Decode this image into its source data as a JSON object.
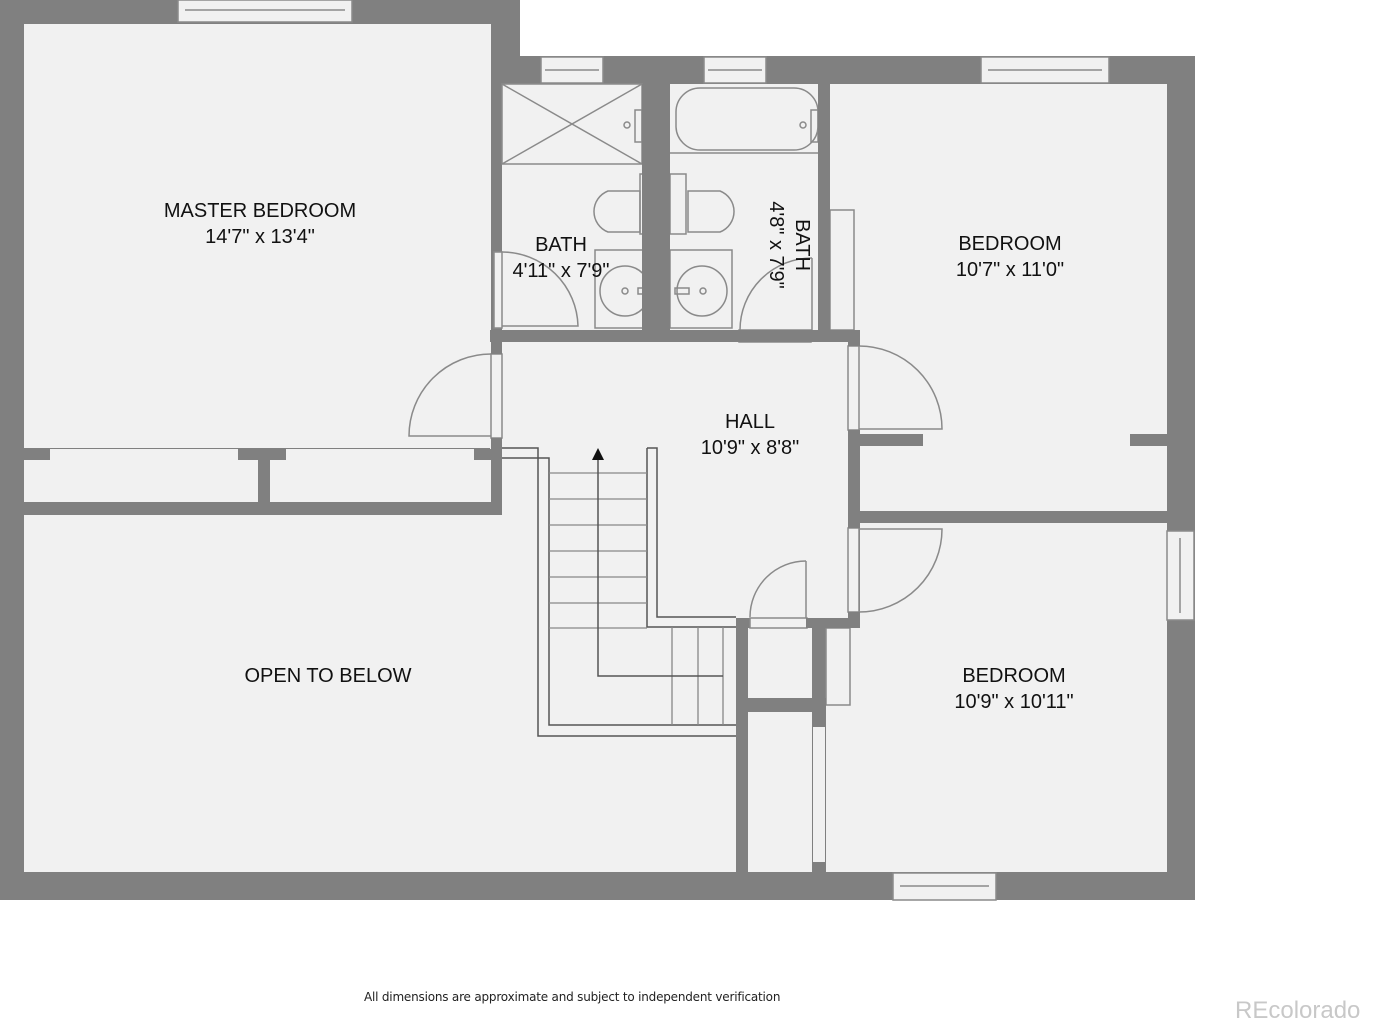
{
  "floorplan": {
    "rooms": [
      {
        "id": "master-bedroom",
        "name": "MASTER BEDROOM",
        "dims": "14'7\" x 13'4\""
      },
      {
        "id": "bath-1",
        "name": "BATH",
        "dims": "4'11\" x 7'9\""
      },
      {
        "id": "bath-2",
        "name": "BATH",
        "dims": "4'8\" x 7'9\""
      },
      {
        "id": "bedroom-2",
        "name": "BEDROOM",
        "dims": "10'7\" x 11'0\""
      },
      {
        "id": "hall",
        "name": "HALL",
        "dims": "10'9\" x 8'8\""
      },
      {
        "id": "open-to-below",
        "name": "OPEN TO BELOW",
        "dims": ""
      },
      {
        "id": "bedroom-3",
        "name": "BEDROOM",
        "dims": "10'9\" x 10'11\""
      }
    ],
    "stair_direction": "up-arrow-icon",
    "colors": {
      "wall": "#808080",
      "floor": "#f1f1f1",
      "line": "#8a8a8a",
      "text": "#111111"
    }
  },
  "footer": {
    "disclaimer": "All dimensions are approximate and subject to independent verification",
    "watermark": "REcolorado"
  }
}
